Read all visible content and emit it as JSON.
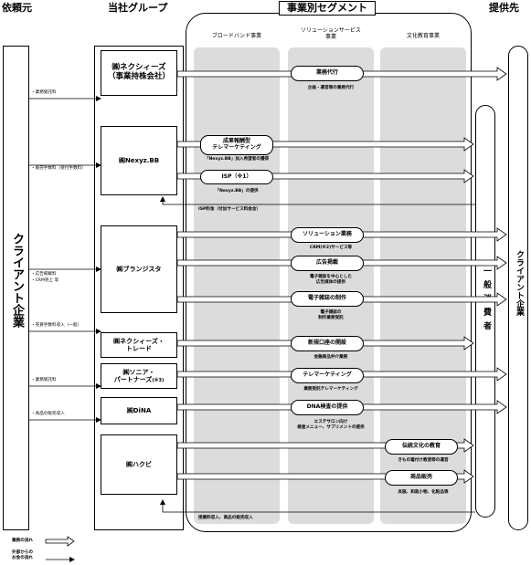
{
  "headers": {
    "client_origin": "依頼元",
    "group": "当社グループ",
    "segments": "事業別セグメント",
    "provided_to": "提供先"
  },
  "segments": {
    "broadband": "ブロードバンド事業",
    "solution_line1": "ソリューションサービス",
    "solution_line2": "事業",
    "culture": "文化教育事業"
  },
  "left": {
    "client": "クライアント企業",
    "flows": [
      "・業務受託料",
      "・販売手数料（受付手数料）",
      "・広告掲載料",
      "・CRM売上 等",
      "・売買手数料収入（一般）",
      "・業務受託料",
      "・商品の販売収入"
    ]
  },
  "companies": {
    "nexyz_line1": "㈱ネクシィーズ",
    "nexyz_line2": "（事業持株会社）",
    "nexyzbb": "㈱Nexyz.BB",
    "brangista": "㈱ブランジスタ",
    "trade_line1": "㈱ネクシィーズ・",
    "trade_line2": "トレード",
    "sonia_line1": "㈱ソニア・",
    "sonia_line2": "パートナーズ",
    "sonia_note": "(※3)",
    "dina": "㈱DiNA",
    "hakubi": "㈱ハクビ"
  },
  "services": {
    "gyomu": "業務代行",
    "gyomu_cap": "企画・運営等の業務代行",
    "tele1_line1": "成果報酬型",
    "tele1_line2": "テレマーケティング",
    "tele1_cap": "「Nexyz.BB」加入希望者の獲得",
    "isp": "ISP（※1）",
    "isp_cap": "「Nexyz.BB」の提供",
    "isp_fee": "ISP料金（付加サービス料金含）",
    "solution": "ソリューション業務",
    "solution_cap": "CRM(※2)サービス等",
    "ad": "広告掲載",
    "ad_cap_line1": "電子雑誌を中心とした",
    "ad_cap_line2": "広告媒体の提供",
    "emag": "電子雑誌の制作",
    "emag_cap_line1": "電子雑誌の",
    "emag_cap_line2": "制作業務受託",
    "account": "新規口座の開設",
    "account_cap": "金融商品仲介業務",
    "tele2": "テレマーケティング",
    "tele2_cap": "業務受託テレマーケティング",
    "dna": "DNA検査の提供",
    "dna_cap_line1": "エステサロン向け",
    "dna_cap_line2": "検査メニュー、サプリメントの提供",
    "tradition": "伝統文化の教育",
    "tradition_cap": "きもの着付け教室等の運営",
    "products": "商品販売",
    "products_cap": "呉服、和装小物、化粧品等",
    "bottom_cap": "授業料収入、商品の販売収入"
  },
  "right": {
    "consumer": "一般消費者",
    "client": "クライアント企業"
  },
  "legend": {
    "business_flow": "業務の流れ",
    "money_line1": "外部からの",
    "money_line2": "お金の流れ"
  }
}
